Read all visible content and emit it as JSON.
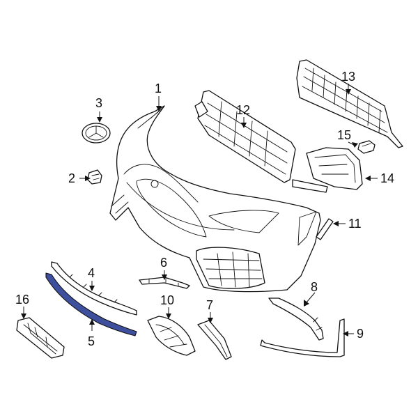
{
  "diagram": {
    "callouts": [
      {
        "id": "1",
        "label": "1"
      },
      {
        "id": "2",
        "label": "2"
      },
      {
        "id": "3",
        "label": "3"
      },
      {
        "id": "4",
        "label": "4"
      },
      {
        "id": "5",
        "label": "5"
      },
      {
        "id": "6",
        "label": "6"
      },
      {
        "id": "7",
        "label": "7"
      },
      {
        "id": "8",
        "label": "8"
      },
      {
        "id": "9",
        "label": "9"
      },
      {
        "id": "10",
        "label": "10"
      },
      {
        "id": "11",
        "label": "11"
      },
      {
        "id": "12",
        "label": "12"
      },
      {
        "id": "13",
        "label": "13"
      },
      {
        "id": "14",
        "label": "14"
      },
      {
        "id": "15",
        "label": "15"
      },
      {
        "id": "16",
        "label": "16"
      }
    ],
    "highlight_color": "#3e4f9e",
    "line_color": "#111111"
  }
}
